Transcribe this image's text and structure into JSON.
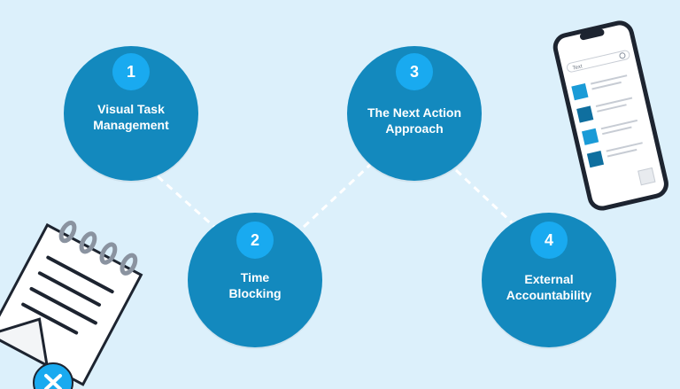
{
  "steps": [
    {
      "number": "1",
      "title_line1": "Visual Task",
      "title_line2": "Management"
    },
    {
      "number": "2",
      "title_line1": "Time",
      "title_line2": "Blocking"
    },
    {
      "number": "3",
      "title_line1": "The Next Action",
      "title_line2": "Approach"
    },
    {
      "number": "4",
      "title_line1": "External",
      "title_line2": "Accountability"
    }
  ],
  "phone": {
    "search_placeholder": "Text"
  },
  "colors": {
    "background": "#dcf0fb",
    "circle": "#1389be",
    "badge": "#19aaf0",
    "connector": "#ffffff",
    "phone_accent": "#1a9bd7"
  },
  "icons": {
    "phone": "smartphone-illustration",
    "notepad": "spiral-notepad-illustration",
    "close": "close-icon"
  }
}
